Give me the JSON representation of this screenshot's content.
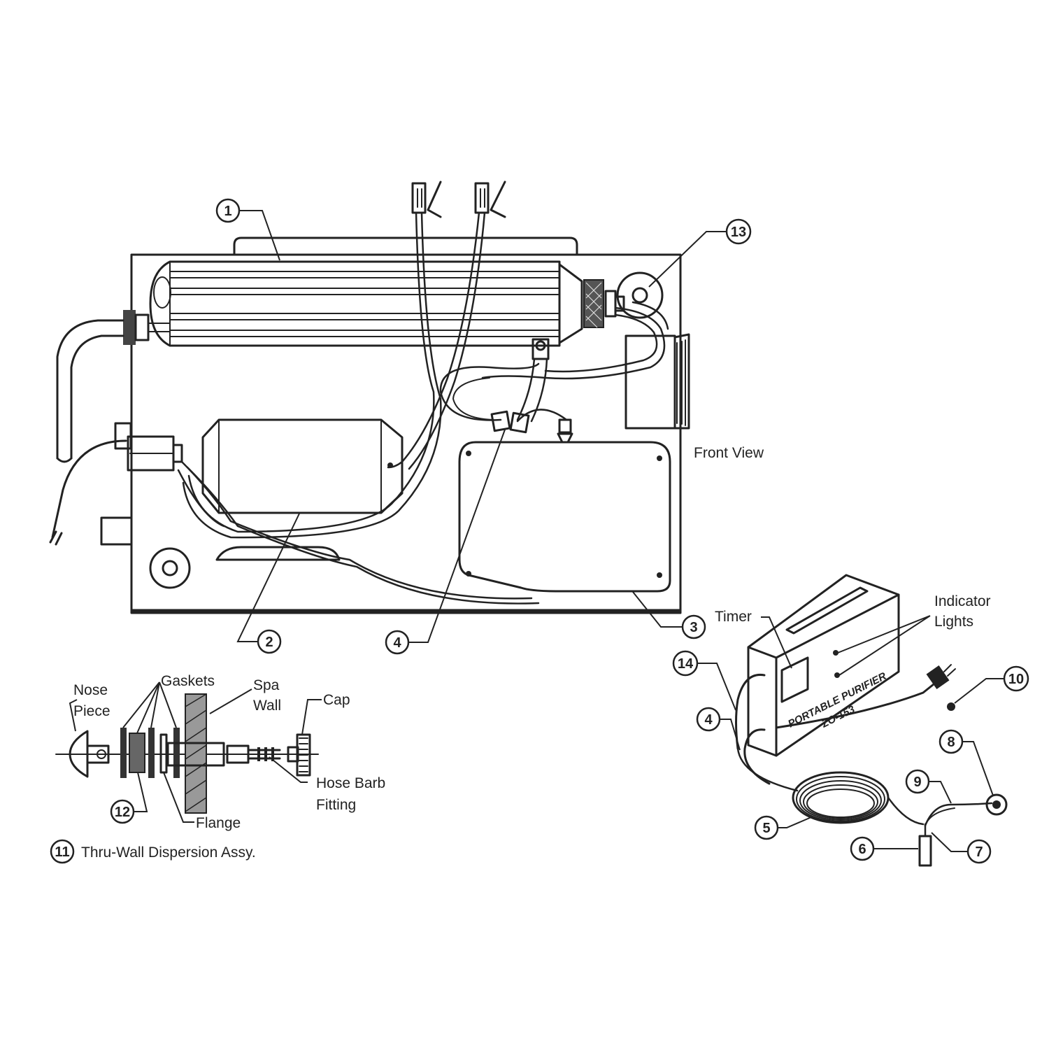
{
  "front_view": {
    "label": "Front View",
    "callouts": [
      "1",
      "2",
      "3",
      "4",
      "13"
    ]
  },
  "dispersion_assembly": {
    "number": "11",
    "title": "Thru-Wall Dispersion Assy.",
    "labels": {
      "nose_piece_1": "Nose",
      "nose_piece_2": "Piece",
      "gaskets": "Gaskets",
      "spa_wall_1": "Spa",
      "spa_wall_2": "Wall",
      "cap": "Cap",
      "hose_barb_1": "Hose Barb",
      "hose_barb_2": "Fitting",
      "flange": "Flange"
    },
    "callouts": [
      "12"
    ]
  },
  "portable_unit": {
    "labels": {
      "timer": "Timer",
      "indicator_1": "Indicator",
      "indicator_2": "Lights"
    },
    "device_text_1": "PORTABLE PURIFIER",
    "device_text_2": "ZO-153",
    "callouts": [
      "14",
      "4",
      "5",
      "6",
      "7",
      "8",
      "9",
      "10"
    ]
  }
}
